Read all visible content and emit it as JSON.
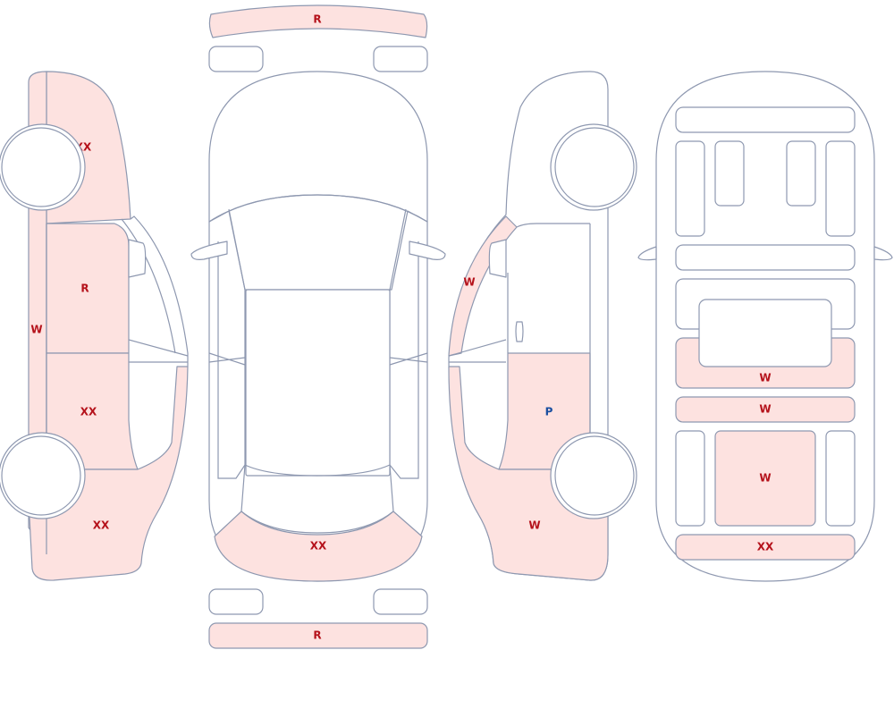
{
  "colors": {
    "damage_fill": "#fde2e0",
    "outline": "#8e98b0",
    "label_red": "#b5121b",
    "label_blue": "#1a4fa0"
  },
  "labels": {
    "front_bumper": "R",
    "rear_bumper": "R",
    "left_front_fender": "XX",
    "left_rocker": "W",
    "left_front_door": "R",
    "left_rear_door": "XX",
    "left_rear_quarter": "XX",
    "hood_front": "XX",
    "right_a_pillar": "W",
    "right_rear_door": "P",
    "right_rear_quarter": "W",
    "interior_row1": "W",
    "interior_row2": "W",
    "interior_center": "W",
    "interior_cargo": "XX"
  }
}
